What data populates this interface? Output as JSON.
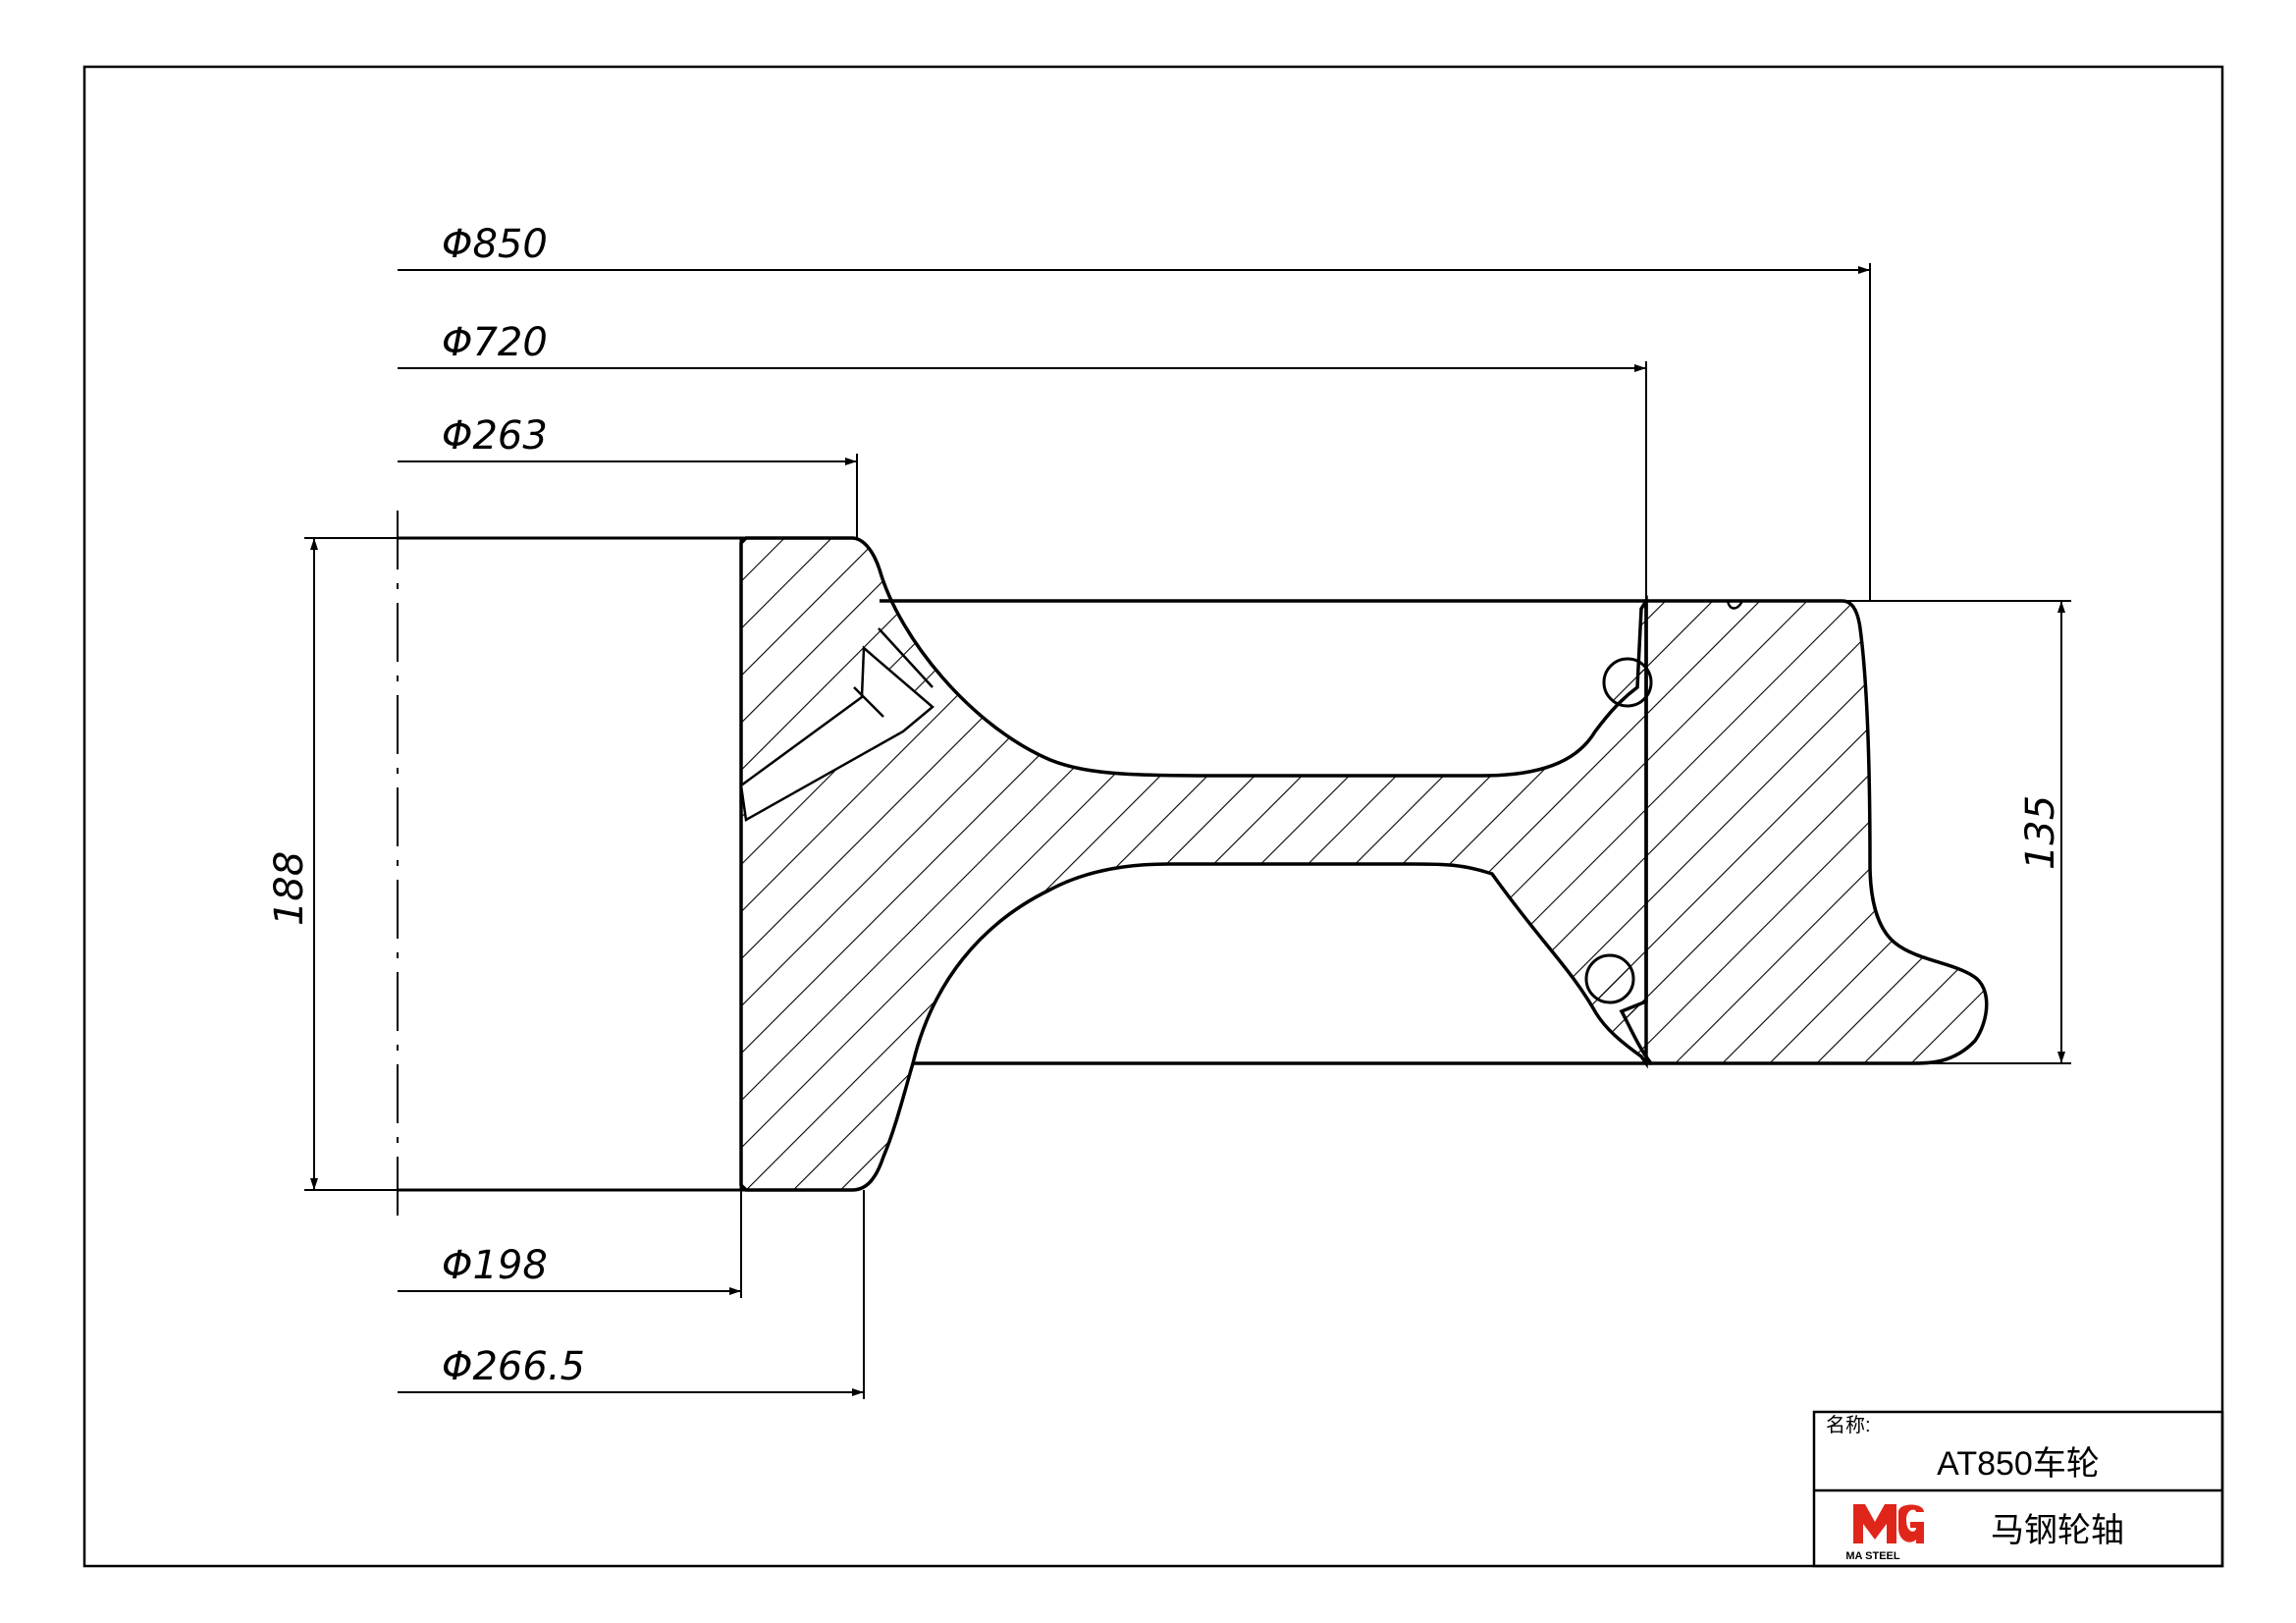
{
  "drawing": {
    "dimensions": {
      "d850": "Φ850",
      "d720": "Φ720",
      "d263": "Φ263",
      "d198": "Φ198",
      "d266_5": "Φ266.5",
      "h188": "188",
      "h135": "135"
    }
  },
  "title_block": {
    "name_label": "名称:",
    "part_name": "AT850车轮",
    "company": "马钢轮轴",
    "logo_text": "MA STEEL"
  },
  "colors": {
    "line": "#000000",
    "logo": "#e0261b",
    "background": "#ffffff"
  }
}
